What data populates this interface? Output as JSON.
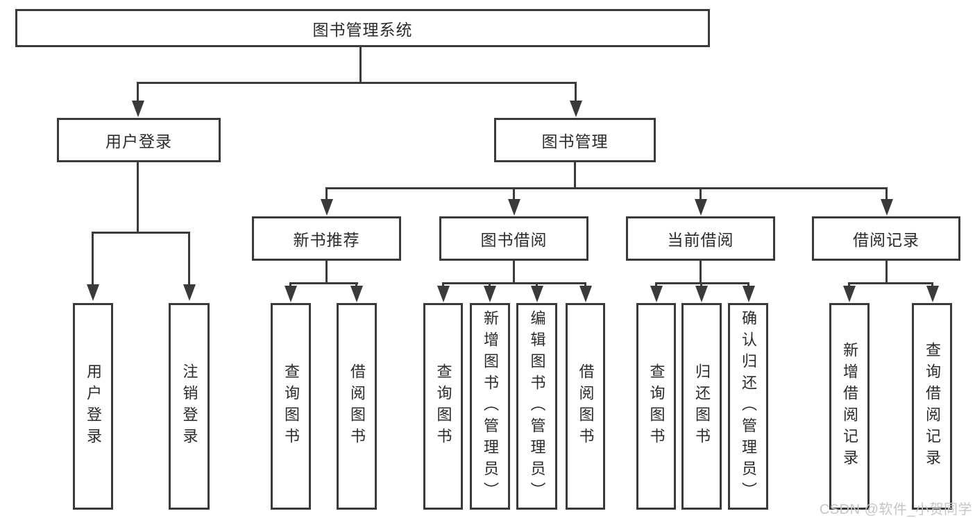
{
  "tree": {
    "label": "图书管理系统",
    "children": [
      {
        "label": "用户登录",
        "children": [
          {
            "label": "用户登录"
          },
          {
            "label": "注销登录"
          }
        ]
      },
      {
        "label": "图书管理",
        "children": [
          {
            "label": "新书推荐",
            "children": [
              {
                "label": "查询图书"
              },
              {
                "label": "借阅图书"
              }
            ]
          },
          {
            "label": "图书借阅",
            "children": [
              {
                "label": "查询图书"
              },
              {
                "label": "新增图书（管理员）"
              },
              {
                "label": "编辑图书（管理员）"
              },
              {
                "label": "借阅图书"
              }
            ]
          },
          {
            "label": "当前借阅",
            "children": [
              {
                "label": "查询图书"
              },
              {
                "label": "归还图书"
              },
              {
                "label": "确认归还（管理员）"
              }
            ]
          },
          {
            "label": "借阅记录",
            "children": [
              {
                "label": "新增借阅记录"
              },
              {
                "label": "查询借阅记录"
              }
            ]
          }
        ]
      }
    ]
  },
  "watermark": {
    "text": "CSDN @软件_小贺同学"
  },
  "colors": {
    "line": "#3a3a3a",
    "text": "#2b2b2b",
    "background": "#ffffff",
    "watermark": "#c6c6ca"
  }
}
